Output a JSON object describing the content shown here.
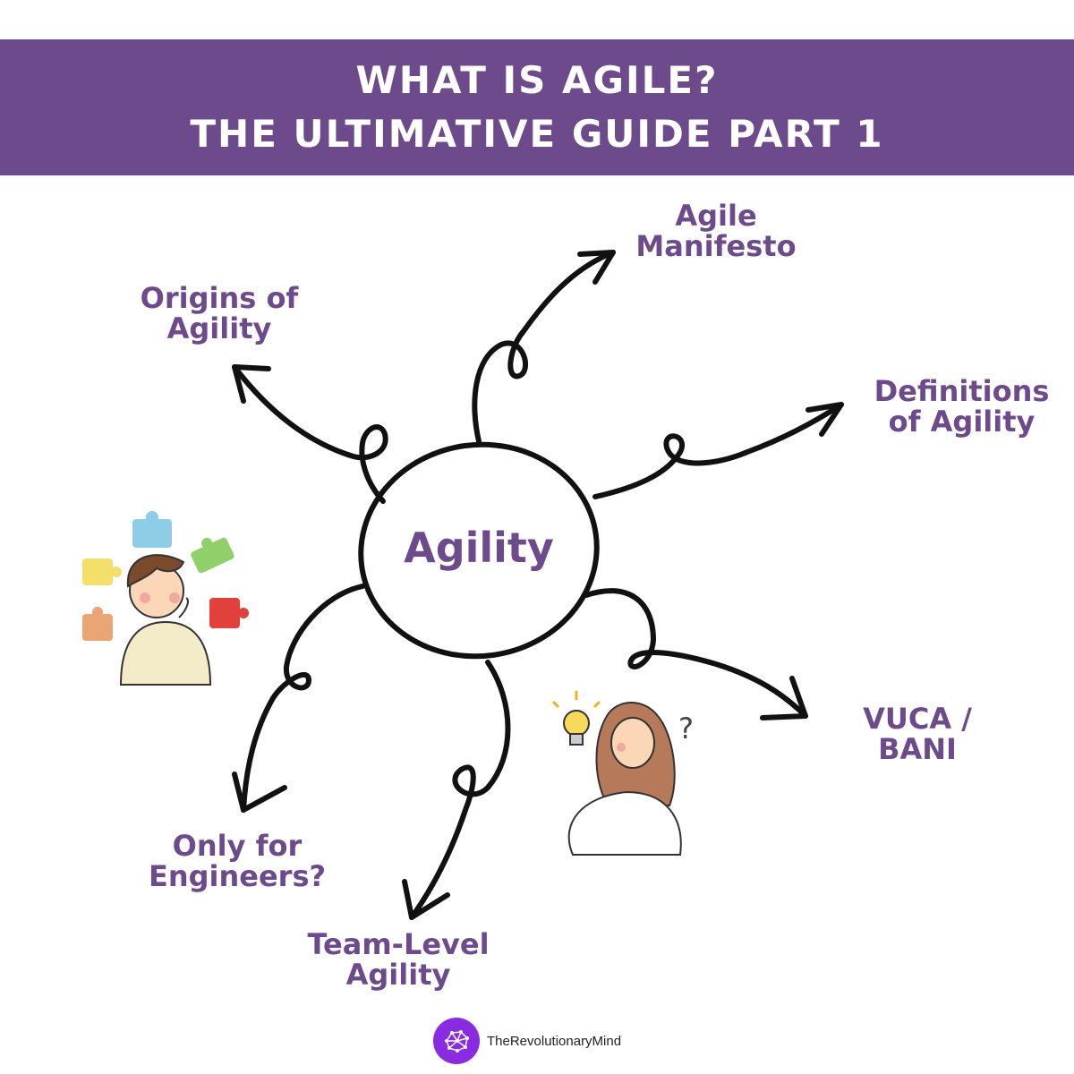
{
  "header": {
    "line1": "WHAT IS AGILE?",
    "line2": "THE ULTIMATIVE GUIDE PART 1",
    "background": "#6c4a8c"
  },
  "center": {
    "label": "Agility"
  },
  "branches": {
    "origins": [
      "Origins of",
      "Agility"
    ],
    "manifesto": [
      "Agile",
      "Manifesto"
    ],
    "definitions": [
      "Definitions",
      "of Agility"
    ],
    "vuca": [
      "VUCA /",
      "BANI"
    ],
    "team": [
      "Team-Level",
      "Agility"
    ],
    "engineers": [
      "Only for",
      "Engineers?"
    ]
  },
  "illustrations": {
    "left": "thinking-man-with-puzzle-pieces",
    "right": "thinking-woman-with-lightbulb"
  },
  "footer": {
    "brand": "TheRevolutionaryMind",
    "logo_color": "#8a2be2"
  },
  "colors": {
    "accent": "#6c4a8c",
    "ink": "#111111"
  }
}
